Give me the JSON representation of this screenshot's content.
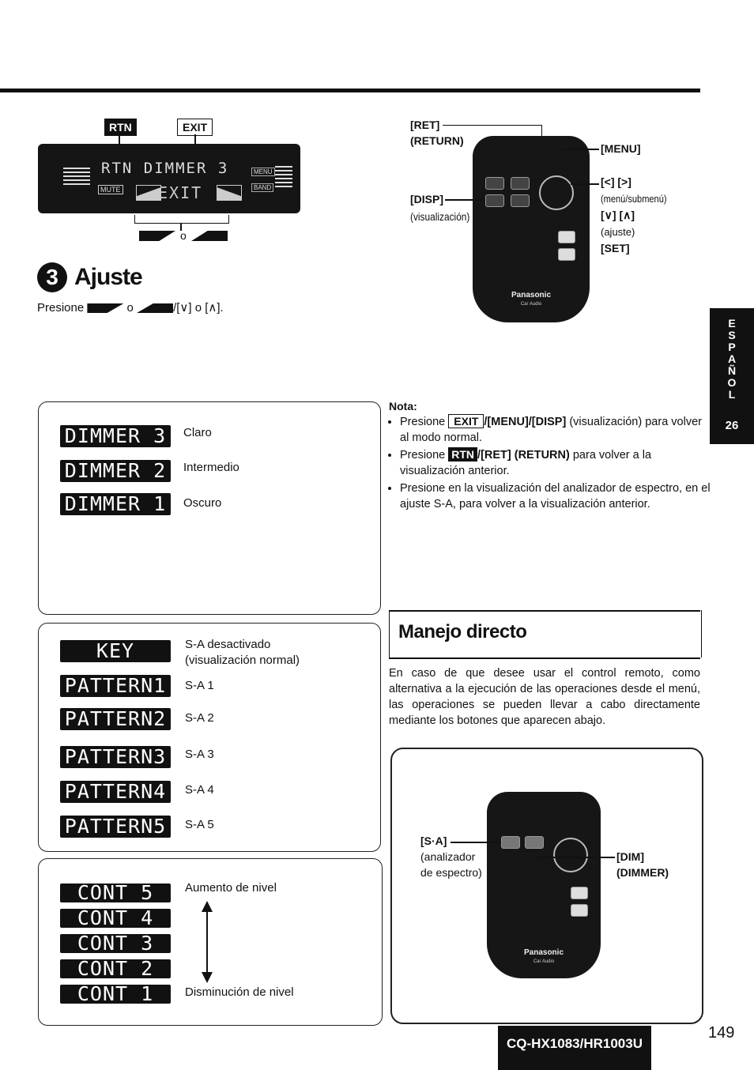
{
  "top_figure": {
    "rtn_label": "RTN",
    "exit_label": "EXIT",
    "display_text": "RTN DIMMER 3",
    "display_exit": "EXIT",
    "mute_label": "MUTE",
    "menu_label": "MENU",
    "band_label": "BAND",
    "or_text": "o"
  },
  "section": {
    "number": "3",
    "title": "Ajuste",
    "instruction_prefix": "Presione",
    "instruction_mid": "o",
    "instruction_suffix": "/[∨] o [∧]."
  },
  "remote_top": {
    "ret_label": "[RET]",
    "return_label": "(RETURN)",
    "menu_label": "[MENU]",
    "disp_label": "[DISP]",
    "disp_desc": "(visualización)",
    "lr_label": "[<] [>]",
    "lr_desc": "(menú/submenú)",
    "ud_label": "[∨] [∧]",
    "ud_desc": "(ajuste)",
    "set_label": "[SET]",
    "brand": "Panasonic",
    "brand_sub": "Car Audio"
  },
  "side_tab": {
    "letters": [
      "E",
      "S",
      "P",
      "A",
      "Ñ",
      "O",
      "L"
    ],
    "number": "26"
  },
  "dimmer_box": {
    "items": [
      {
        "lcd": "DIMMER 3",
        "desc": "Claro"
      },
      {
        "lcd": "DIMMER 2",
        "desc": "Intermedio"
      },
      {
        "lcd": "DIMMER 1",
        "desc": "Oscuro"
      }
    ]
  },
  "nota": {
    "title": "Nota:",
    "b1_prefix": "Presione",
    "b1_exit": "EXIT",
    "b1_bold": "/[MENU]/[DISP]",
    "b1_rest": " (visualización) para volver al modo normal.",
    "b2_prefix": "Presione",
    "b2_rtn": "RTN",
    "b2_bold": "/[RET] (RETURN)",
    "b2_rest": " para volver a la visualización anterior.",
    "b3": "Presione en la visualización del analizador de espectro, en el ajuste S-A, para volver a la visualización anterior."
  },
  "pattern_box": {
    "items": [
      {
        "lcd": "KEY",
        "desc": "S-A desactivado",
        "desc2": "(visualización normal)"
      },
      {
        "lcd": "PATTERN1",
        "desc": "S-A 1",
        "desc2": ""
      },
      {
        "lcd": "PATTERN2",
        "desc": "S-A 2",
        "desc2": ""
      },
      {
        "lcd": "PATTERN3",
        "desc": "S-A 3",
        "desc2": ""
      },
      {
        "lcd": "PATTERN4",
        "desc": "S-A 4",
        "desc2": ""
      },
      {
        "lcd": "PATTERN5",
        "desc": "S-A 5",
        "desc2": ""
      }
    ]
  },
  "cont_box": {
    "items": [
      "CONT 5",
      "CONT 4",
      "CONT 3",
      "CONT 2",
      "CONT 1"
    ],
    "up_desc": "Aumento de nivel",
    "down_desc": "Disminución de nivel"
  },
  "manejo": {
    "title": "Manejo directo",
    "body": "En caso de que desee usar el control remoto, como alternativa a la ejecución de las operaciones desde el menú, las operaciones se pueden llevar a cabo directamente mediante los botones que aparecen abajo."
  },
  "remote_bottom": {
    "sa_label": "[S·A]",
    "sa_desc1": "(analizador",
    "sa_desc2": "de espectro)",
    "dim_label": "[DIM]",
    "dimmer_label": "(DIMMER)",
    "brand": "Panasonic",
    "brand_sub": "Car Audio"
  },
  "footer": {
    "model": "CQ-HX1083/HR1003U",
    "page": "149"
  }
}
